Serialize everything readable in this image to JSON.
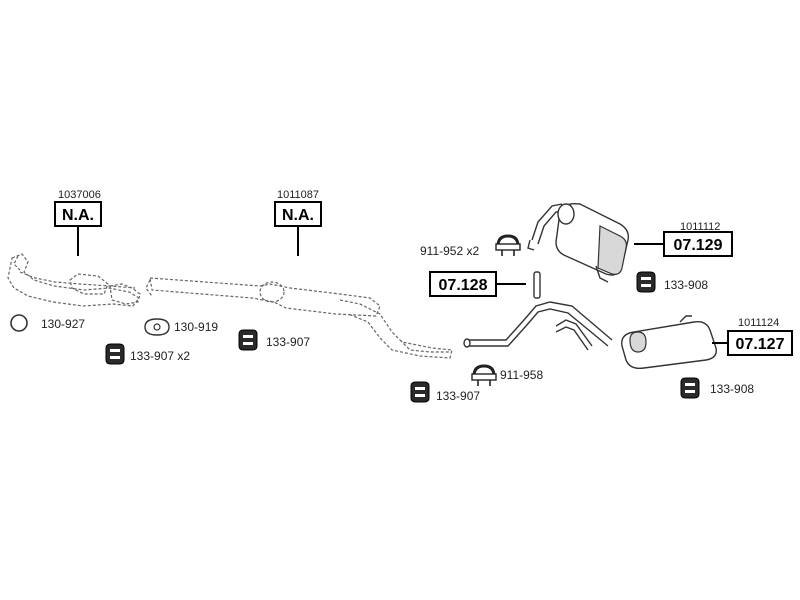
{
  "sections": {
    "front": {
      "code": "1037006",
      "box": "N.A."
    },
    "middle": {
      "code": "1011087",
      "box": "N.A."
    },
    "rear_upper": {
      "code": "1011112",
      "box": "07.129"
    },
    "rear_lower": {
      "code": "1011124",
      "box": "07.127"
    },
    "pipe_clamp_box": "07.128"
  },
  "parts": {
    "ring": "130-927",
    "flange_gasket": "130-919",
    "hanger_front": "133-907 x2",
    "hanger_middle": "133-907",
    "hanger_center": "133-907",
    "clamp_upper": "911-952 x2",
    "clamp_lower": "911-958",
    "hanger_rear_upper": "133-908",
    "hanger_rear_lower": "133-908"
  }
}
